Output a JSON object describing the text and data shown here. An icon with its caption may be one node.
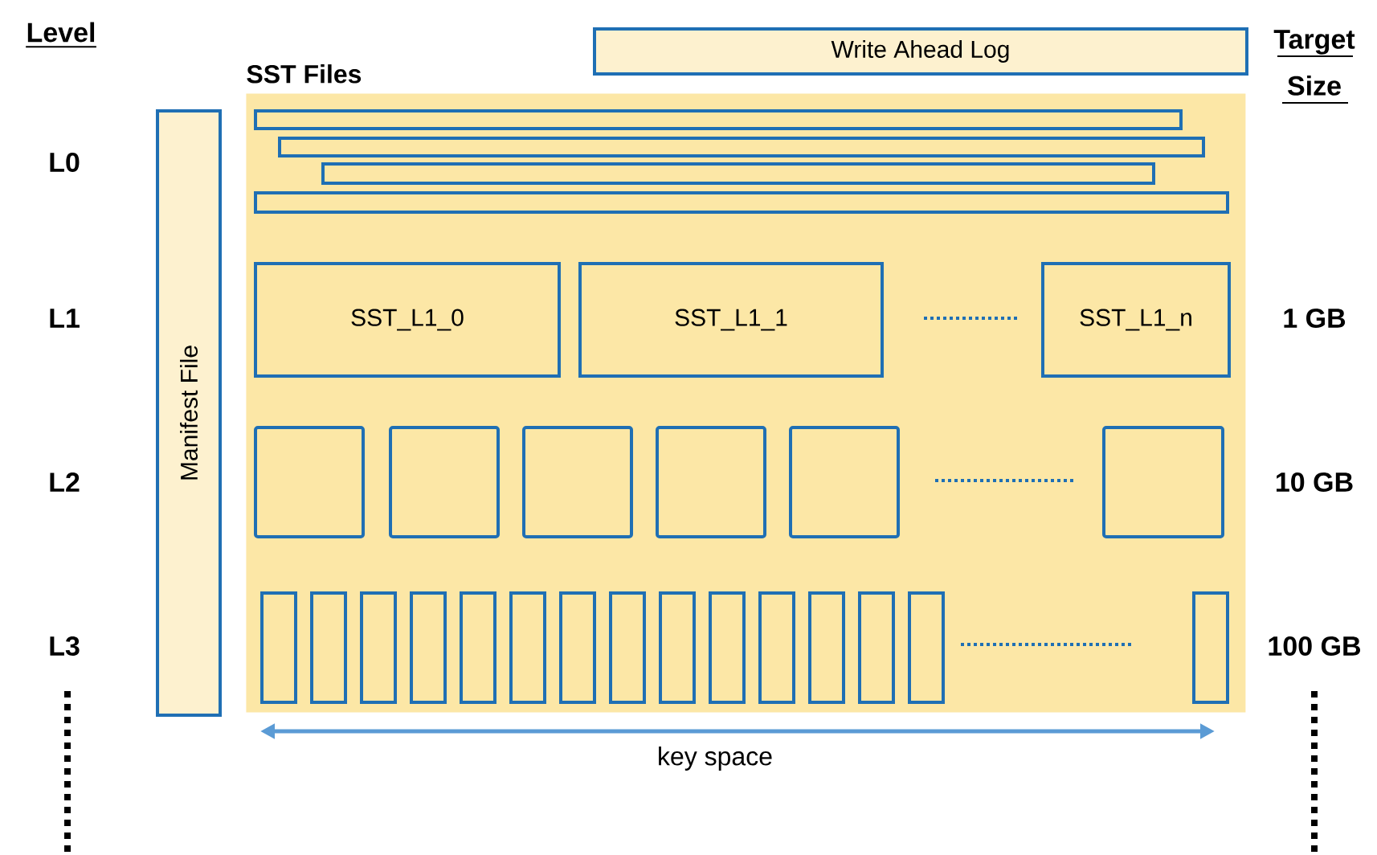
{
  "diagram": {
    "nodes": [
      {
        "text": [
          "SST Files"
        ]
      },
      {
        "text": [
          "Write Ahead Log"
        ]
      },
      {
        "text": [
          "Manifest File"
        ]
      },
      {
        "text": [],
        "shape": "bar",
        "in": 0
      },
      {
        "text": [],
        "shape": "bar",
        "in": 0
      },
      {
        "text": [],
        "shape": "bar",
        "in": 0
      },
      {
        "text": [],
        "shape": "bar",
        "in": 0
      },
      {
        "text": [
          "SST_L1_0"
        ],
        "in": 0
      },
      {
        "text": [
          "SST_L1_1"
        ],
        "in": 0
      },
      {
        "text": [
          "SST_L1_n"
        ],
        "in": 0
      },
      {
        "text": [],
        "shape": "box",
        "in": 0
      },
      {
        "text": [],
        "shape": "box",
        "in": 0
      },
      {
        "text": [],
        "shape": "box",
        "in": 0
      },
      {
        "text": [],
        "shape": "box",
        "in": 0
      },
      {
        "text": [],
        "shape": "box",
        "in": 0
      },
      {
        "text": [],
        "shape": "box",
        "in": 0
      },
      {
        "text": [],
        "shape": "bar",
        "in": 0
      },
      {
        "text": [],
        "shape": "bar",
        "in": 0
      },
      {
        "text": [],
        "shape": "bar",
        "in": 0
      },
      {
        "text": [],
        "shape": "bar",
        "in": 0
      },
      {
        "text": [],
        "shape": "bar",
        "in": 0
      },
      {
        "text": [],
        "shape": "bar",
        "in": 0
      },
      {
        "text": [],
        "shape": "bar",
        "in": 0
      },
      {
        "text": [],
        "shape": "bar",
        "in": 0
      },
      {
        "text": [],
        "shape": "bar",
        "in": 0
      },
      {
        "text": [],
        "shape": "bar",
        "in": 0
      },
      {
        "text": [],
        "shape": "bar",
        "in": 0
      },
      {
        "text": [],
        "shape": "bar",
        "in": 0
      },
      {
        "text": [],
        "shape": "bar",
        "in": 0
      },
      {
        "text": [],
        "shape": "bar",
        "in": 0
      },
      {
        "text": [],
        "shape": "bar",
        "in": 0
      }
    ],
    "labels": [
      "Level",
      "Target Size",
      "L0",
      "L1",
      "1 GB",
      "L2",
      "10 GB",
      "L3",
      "100 GB",
      "key space"
    ]
  }
}
